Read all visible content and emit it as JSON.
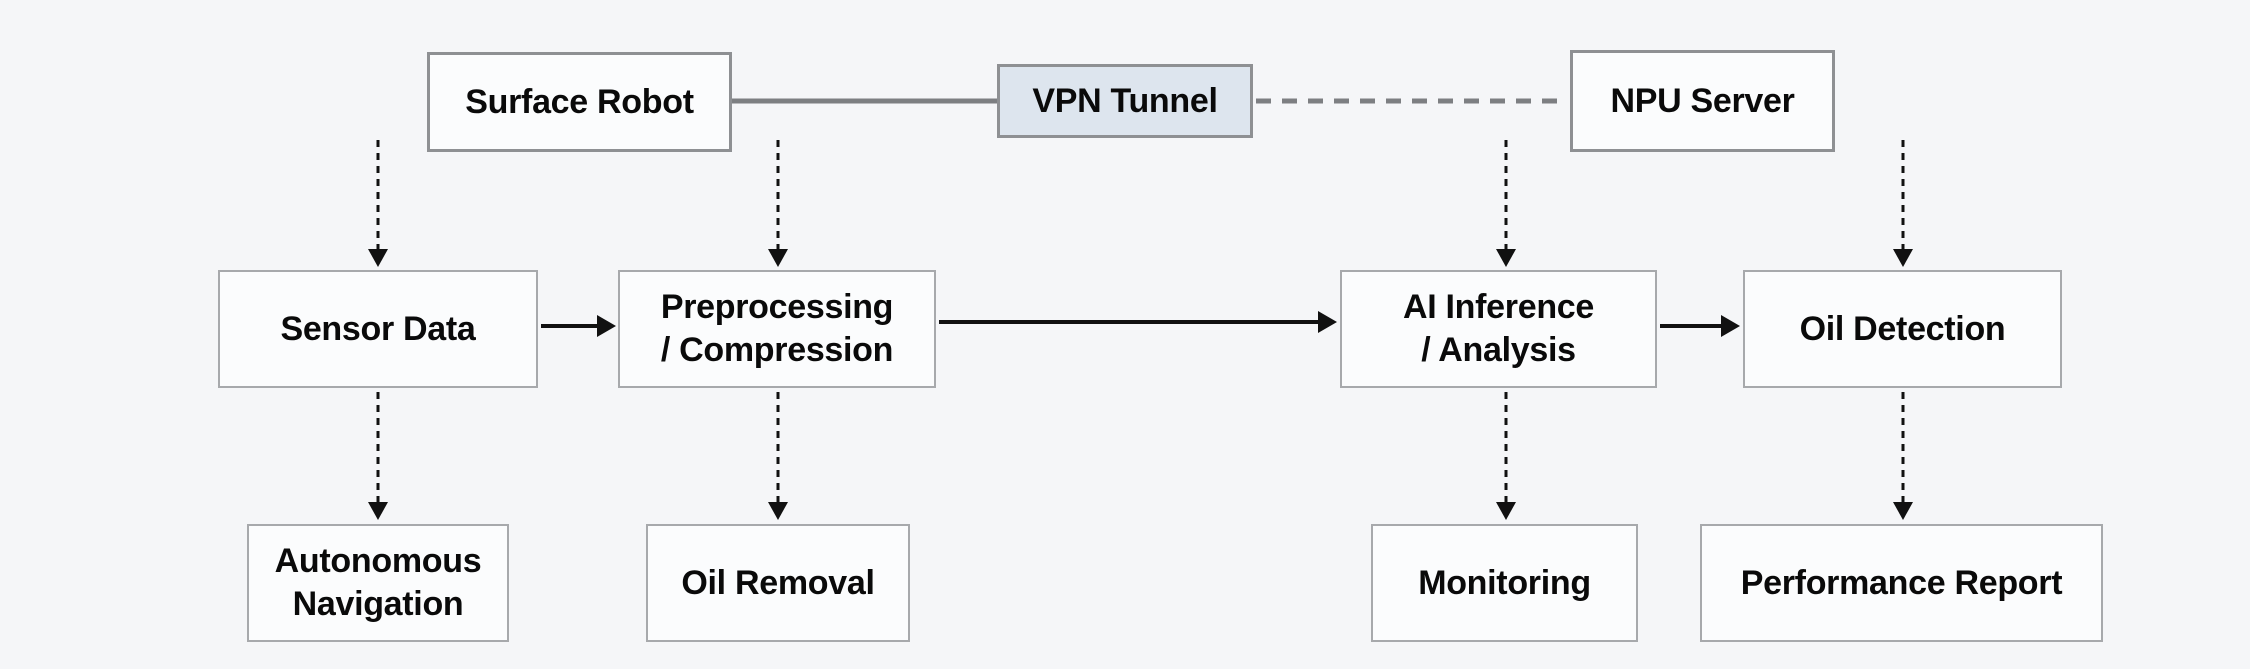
{
  "diagram": {
    "nodes": {
      "surface_robot": {
        "lines": [
          "Surface Robot"
        ]
      },
      "vpn_tunnel": {
        "lines": [
          "VPN Tunnel"
        ]
      },
      "npu_server": {
        "lines": [
          "NPU Server"
        ]
      },
      "sensor_data": {
        "lines": [
          "Sensor Data"
        ]
      },
      "preprocessing": {
        "lines": [
          "Preprocessing",
          "/ Compression"
        ]
      },
      "ai_inference": {
        "lines": [
          "AI Inference",
          "/ Analysis"
        ]
      },
      "oil_detection": {
        "lines": [
          "Oil Detection"
        ]
      },
      "autonomous_navigation": {
        "lines": [
          "Autonomous",
          "Navigation"
        ]
      },
      "oil_removal": {
        "lines": [
          "Oil Removal"
        ]
      },
      "monitoring": {
        "lines": [
          "Monitoring"
        ]
      },
      "performance_report": {
        "lines": [
          "Performance Report"
        ]
      }
    },
    "connections": [
      {
        "from": "surface_robot",
        "to": "vpn_tunnel",
        "style": "solid-gray-line"
      },
      {
        "from": "vpn_tunnel",
        "to": "npu_server",
        "style": "dashed-gray-line"
      },
      {
        "from": "surface_robot",
        "to": "sensor_data",
        "style": "dashed-black-arrow"
      },
      {
        "from": "vpn_tunnel",
        "to": "preprocessing",
        "style": "dashed-black-arrow"
      },
      {
        "from": "npu_server",
        "to": "ai_inference",
        "style": "dashed-black-arrow"
      },
      {
        "from": "npu_server",
        "to": "oil_detection",
        "style": "dashed-black-arrow"
      },
      {
        "from": "sensor_data",
        "to": "preprocessing",
        "style": "solid-black-arrow"
      },
      {
        "from": "preprocessing",
        "to": "ai_inference",
        "style": "solid-black-arrow"
      },
      {
        "from": "ai_inference",
        "to": "oil_detection",
        "style": "solid-black-arrow"
      },
      {
        "from": "sensor_data",
        "to": "autonomous_navigation",
        "style": "dashed-black-arrow"
      },
      {
        "from": "preprocessing",
        "to": "oil_removal",
        "style": "dashed-black-arrow"
      },
      {
        "from": "ai_inference",
        "to": "monitoring",
        "style": "dashed-black-arrow"
      },
      {
        "from": "oil_detection",
        "to": "performance_report",
        "style": "dashed-black-arrow"
      }
    ],
    "colors": {
      "background": "#f5f6f8",
      "node_fill": "#fbfcfd",
      "vpn_node_fill": "#dde5ee",
      "node_border": "#a7a9ac",
      "top_node_border": "#8e9093",
      "gray_connector": "#7d7f82",
      "black_arrow": "#111111",
      "text": "#0a0a0a"
    }
  }
}
